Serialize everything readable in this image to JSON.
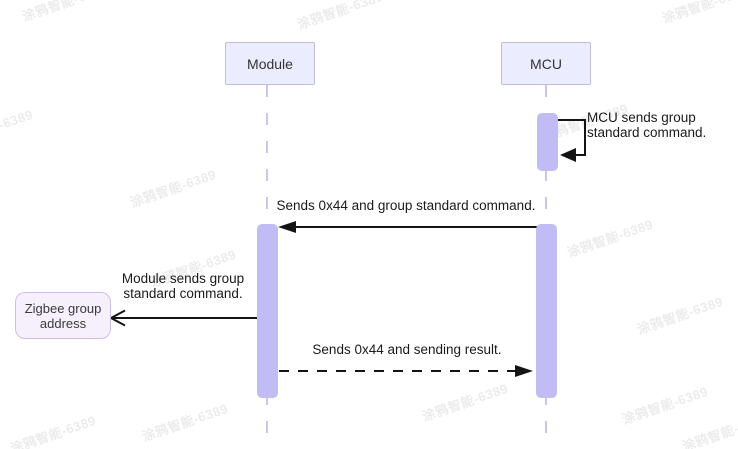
{
  "watermark": {
    "text": "涂鸦智能-6389"
  },
  "colors": {
    "actor_fill": "#ECECFF",
    "actor_border": "#BFBCE2",
    "activation_fill": "#C2BCF5",
    "lifeline": "#C9C5EC",
    "arrow": "#141414",
    "text": "#1A1A1A",
    "external_fill": "#F5F0FB",
    "external_border": "#CDBFEC",
    "watermark": "#ECECEC"
  },
  "diagram": {
    "type": "sequence",
    "actors": [
      {
        "id": "module",
        "label": "Module"
      },
      {
        "id": "mcu",
        "label": "MCU"
      }
    ],
    "external_node": {
      "id": "zigbee",
      "line1": "Zigbee group",
      "line2": "address"
    },
    "messages": [
      {
        "from": "mcu",
        "to": "mcu",
        "style": "solid-self-filled-arrow",
        "line1": "MCU sends group",
        "line2": "standard command."
      },
      {
        "from": "mcu",
        "to": "module",
        "style": "solid-filled-arrow",
        "label": "Sends 0x44 and group standard command."
      },
      {
        "from": "module",
        "to": "zigbee",
        "style": "solid-open-arrow",
        "line1": "Module sends group",
        "line2": "standard command."
      },
      {
        "from": "module",
        "to": "mcu",
        "style": "dashed-filled-arrow",
        "label": "Sends 0x44 and sending result."
      }
    ]
  }
}
